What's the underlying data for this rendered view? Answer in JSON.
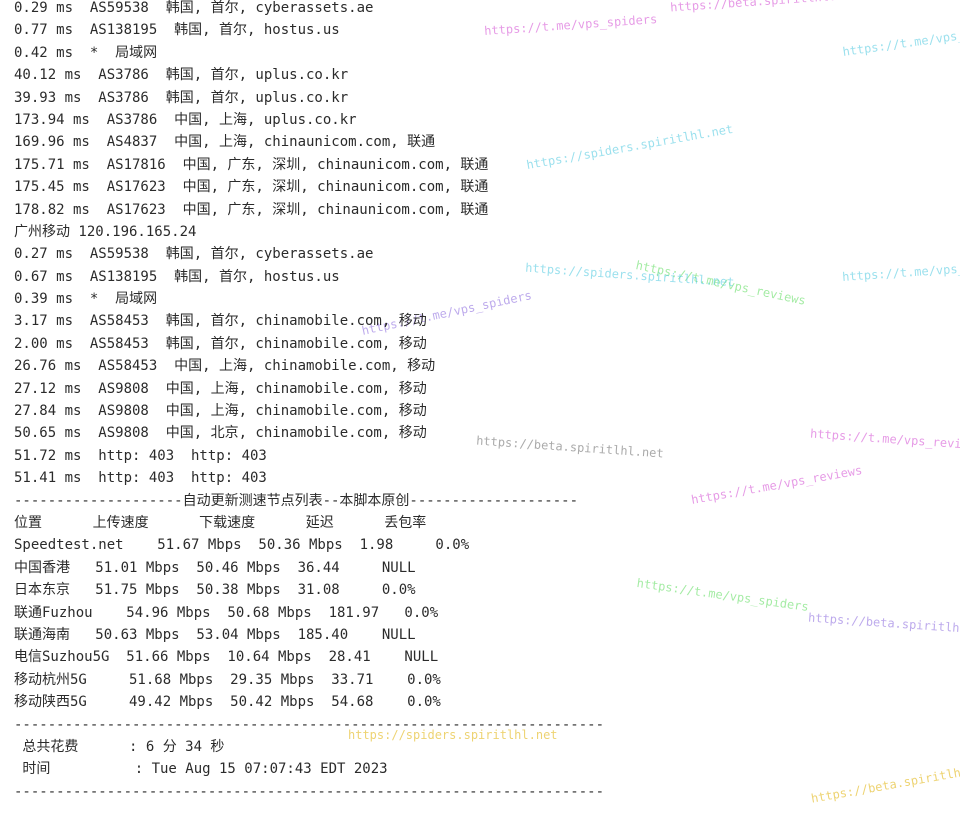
{
  "lines": [
    "0.29 ms  AS59538  韩国, 首尔, cyberassets.ae",
    "0.77 ms  AS138195  韩国, 首尔, hostus.us",
    "0.42 ms  *  局域网",
    "40.12 ms  AS3786  韩国, 首尔, uplus.co.kr",
    "39.93 ms  AS3786  韩国, 首尔, uplus.co.kr",
    "173.94 ms  AS3786  中国, 上海, uplus.co.kr",
    "169.96 ms  AS4837  中国, 上海, chinaunicom.com, 联通",
    "175.71 ms  AS17816  中国, 广东, 深圳, chinaunicom.com, 联通",
    "175.45 ms  AS17623  中国, 广东, 深圳, chinaunicom.com, 联通",
    "178.82 ms  AS17623  中国, 广东, 深圳, chinaunicom.com, 联通",
    "广州移动 120.196.165.24",
    "0.27 ms  AS59538  韩国, 首尔, cyberassets.ae",
    "0.67 ms  AS138195  韩国, 首尔, hostus.us",
    "0.39 ms  *  局域网",
    "3.17 ms  AS58453  韩国, 首尔, chinamobile.com, 移动",
    "2.00 ms  AS58453  韩国, 首尔, chinamobile.com, 移动",
    "26.76 ms  AS58453  中国, 上海, chinamobile.com, 移动",
    "27.12 ms  AS9808  中国, 上海, chinamobile.com, 移动",
    "27.84 ms  AS9808  中国, 上海, chinamobile.com, 移动",
    "50.65 ms  AS9808  中国, 北京, chinamobile.com, 移动",
    "51.72 ms  http: 403  http: 403",
    "51.41 ms  http: 403  http: 403",
    "--------------------自动更新测速节点列表--本脚本原创--------------------",
    "位置      上传速度      下载速度      延迟      丢包率",
    "Speedtest.net    51.67 Mbps  50.36 Mbps  1.98     0.0%",
    "中国香港   51.01 Mbps  50.46 Mbps  36.44     NULL",
    "日本东京   51.75 Mbps  50.38 Mbps  31.08     0.0%",
    "联通Fuzhou    54.96 Mbps  50.68 Mbps  181.97   0.0%",
    "联通海南   50.63 Mbps  53.04 Mbps  185.40    NULL",
    "电信Suzhou5G  51.66 Mbps  10.64 Mbps  28.41    NULL",
    "移动杭州5G     51.68 Mbps  29.35 Mbps  33.71    0.0%",
    "移动陕西5G     49.42 Mbps  50.42 Mbps  54.68    0.0%",
    "----------------------------------------------------------------------",
    " 总共花费      : 6 分 34 秒",
    " 时间          : Tue Aug 15 07:07:43 EDT 2023",
    "----------------------------------------------------------------------"
  ],
  "watermarks": [
    {
      "text": "https://t.me/vps_spiders",
      "color": "#d24ad2"
    },
    {
      "text": "https://beta.spiritlhl.net",
      "color": "#d24ad2"
    },
    {
      "text": "https://t.me/vps_s",
      "color": "#4ac8e0"
    },
    {
      "text": "https://spiders.spiritlhl.net",
      "color": "#4ac8e0"
    },
    {
      "text": "https://t.me/vps_reviews",
      "color": "#5adc5a"
    },
    {
      "text": "https://spiders.spiritlhl.net",
      "color": "#4ac8e0"
    },
    {
      "text": "https://t.me/vps_spiders",
      "color": "#8866dd"
    },
    {
      "text": "https://t.me/vps_revie",
      "color": "#d24ad2"
    },
    {
      "text": "https://beta.spiritlhl.net",
      "color": "#666666"
    },
    {
      "text": "https://t.me/vps_reviews",
      "color": "#d24ad2"
    },
    {
      "text": "https://t.me/vps_spiders",
      "color": "#5adc5a"
    },
    {
      "text": "https://beta.spiritlhl",
      "color": "#8866dd"
    },
    {
      "text": "https://spiders.spiritlhl.net",
      "color": "#e0b000"
    },
    {
      "text": "https://beta.spiritlhl",
      "color": "#e0b000"
    },
    {
      "text": "https://t.me/vps_reviews",
      "color": "#4ac8e0"
    }
  ]
}
